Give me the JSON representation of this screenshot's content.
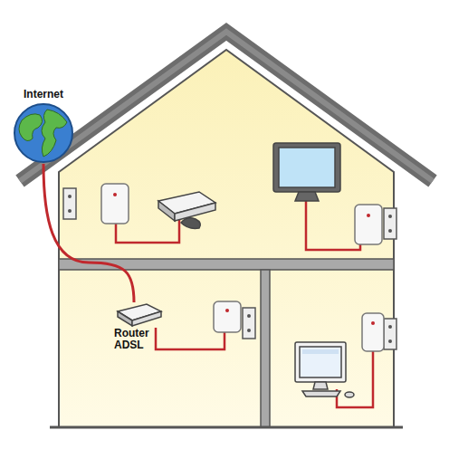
{
  "diagram": {
    "nodes": [
      {
        "text": [
          "Internet"
        ]
      },
      {
        "text": [
          "Router ADSL"
        ]
      }
    ],
    "edges": [
      {
        "from": 0,
        "to": 1,
        "arrow": "none"
      }
    ]
  }
}
